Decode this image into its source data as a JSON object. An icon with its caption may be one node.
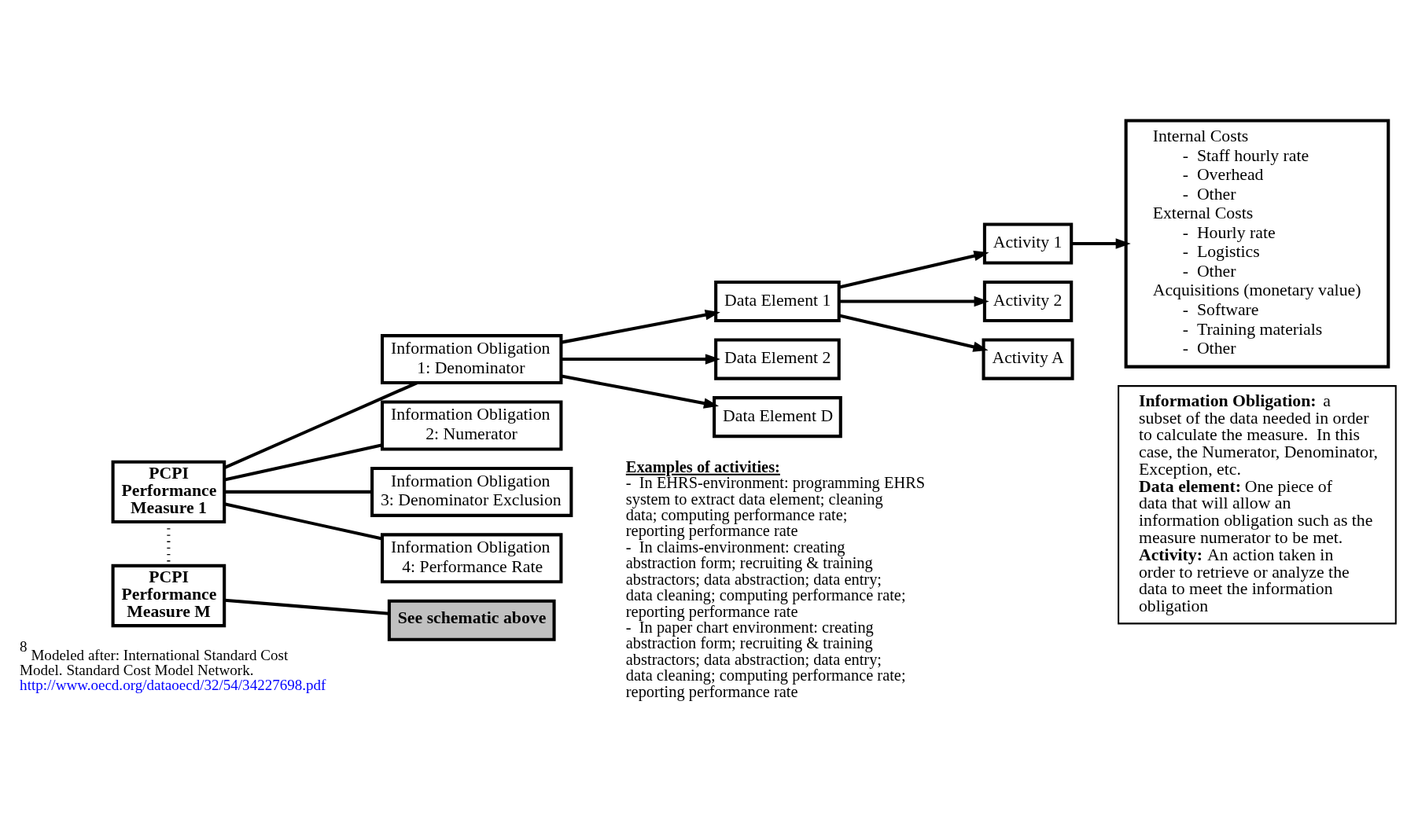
{
  "diagram": {
    "nodes": [
      {
        "text": [
          "PCPI Performance Measure 1"
        ]
      },
      {
        "text": [
          "PCPI Performance Measure M"
        ]
      },
      {
        "text": [
          "Information Obligation 1: Denominator"
        ]
      },
      {
        "text": [
          "Information Obligation 2: Numerator"
        ]
      },
      {
        "text": [
          "Information Obligation 3: Denominator Exclusion"
        ]
      },
      {
        "text": [
          "Information Obligation 4: Performance Rate"
        ]
      },
      {
        "text": [
          "See schematic above"
        ]
      },
      {
        "text": [
          "Data Element 1"
        ]
      },
      {
        "text": [
          "Data Element 2"
        ]
      },
      {
        "text": [
          "Data Element D"
        ]
      },
      {
        "text": [
          "Activity 1"
        ]
      },
      {
        "text": [
          "Activity 2"
        ]
      },
      {
        "text": [
          "Activity A"
        ]
      },
      {
        "text": [
          "Internal Costs",
          "-  Staff hourly rate",
          "-  Overhead",
          "-  Other",
          "External Costs",
          "-  Hourly rate",
          "-  Logistics",
          "-  Other",
          "Acquisitions (monetary value)",
          "-  Software",
          "-  Training materials",
          "-  Other"
        ]
      },
      {
        "text": [
          "**Information Obligation:** a subset of the data needed in order to calculate the measure.  In this case, the Numerator, Denominator, Exception, etc.",
          "**Data element:** One piece of data that will allow an information obligation such as the measure numerator to be met.",
          "**Activity:** An action taken in order to retrieve or analyze the data to meet the information obligation"
        ]
      }
    ],
    "edges": [
      {
        "from": 0,
        "to": 2,
        "arrow": "none"
      },
      {
        "from": 0,
        "to": 3,
        "arrow": "none"
      },
      {
        "from": 0,
        "to": 4,
        "arrow": "none"
      },
      {
        "from": 0,
        "to": 5,
        "arrow": "none"
      },
      {
        "from": 0,
        "to": 1,
        "arrow": "none",
        "style": "dashed"
      },
      {
        "from": 1,
        "to": 6,
        "arrow": "none"
      },
      {
        "from": 2,
        "to": 7,
        "arrow": "to"
      },
      {
        "from": 2,
        "to": 8,
        "arrow": "to"
      },
      {
        "from": 2,
        "to": 9,
        "arrow": "to"
      },
      {
        "from": 7,
        "to": 10,
        "arrow": "to"
      },
      {
        "from": 7,
        "to": 11,
        "arrow": "to"
      },
      {
        "from": 7,
        "to": 12,
        "arrow": "to"
      },
      {
        "from": 10,
        "to": 13,
        "arrow": "to"
      }
    ],
    "labels": [
      "Examples of activities:",
      "-  In EHRS-environment: programming EHRS system to extract data element; cleaning data; computing performance rate; reporting performance rate",
      "-  In claims-environment: creating abstraction form; recruiting & training abstractors; data abstraction; data entry; data cleaning; computing performance rate; reporting performance rate",
      "-  In paper chart environment: creating abstraction form; recruiting & training abstractors; data abstraction; data entry; data cleaning; computing performance rate; reporting performance rate",
      "$^{8}$ Modeled after: International Standard Cost Model. Standard Cost Model Network.",
      "http://www.oecd.org/dataoecd/32/54/34227698.pdf"
    ]
  }
}
